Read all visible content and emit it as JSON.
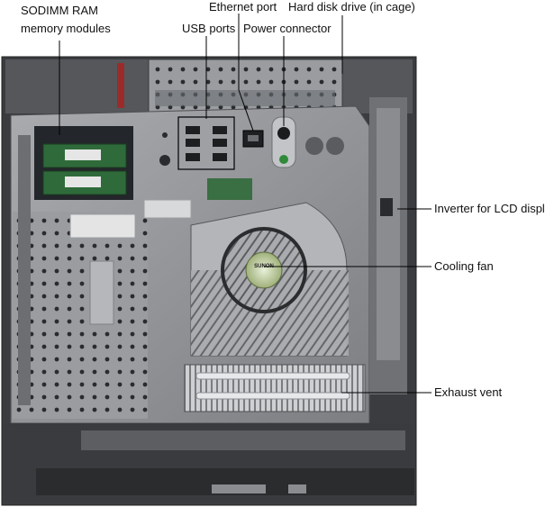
{
  "labels": {
    "sodimm_line1": "SODIMM RAM",
    "sodimm_line2": "memory modules",
    "usb_ports": "USB ports",
    "ethernet_port": "Ethernet port",
    "power_connector": "Power connector",
    "hard_disk": "Hard disk drive (in cage)",
    "inverter": "Inverter for LCD display",
    "cooling_fan": "Cooling fan",
    "exhaust_vent": "Exhaust vent"
  },
  "fan_brand": "SUNON",
  "colors": {
    "chassis": "#8e9094",
    "chassis_dark": "#4a4c50",
    "ram_board": "#2f6b3a",
    "leader_line": "#000000"
  }
}
